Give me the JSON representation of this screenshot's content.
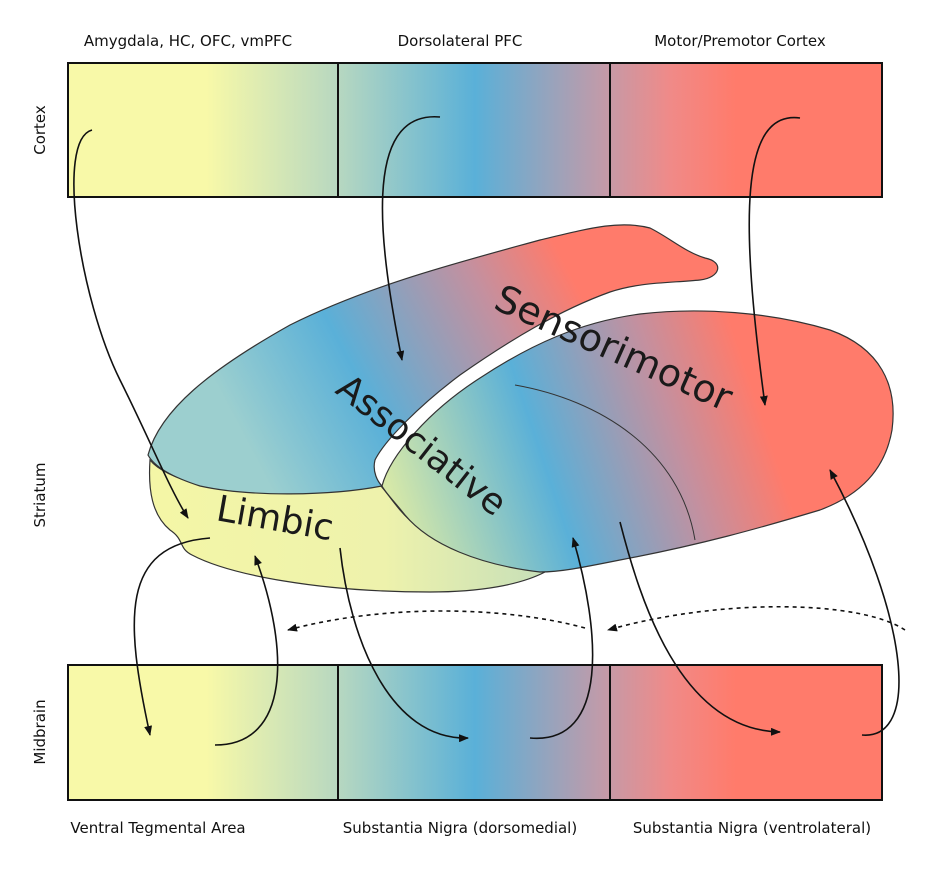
{
  "cortex": {
    "side_label": "Cortex",
    "regions": [
      "Amygdala, HC, OFC, vmPFC",
      "Dorsolateral PFC",
      "Motor/Premotor Cortex"
    ]
  },
  "striatum": {
    "side_label": "Striatum",
    "territories": [
      "Limbic",
      "Associative",
      "Sensorimotor"
    ]
  },
  "midbrain": {
    "side_label": "Midbrain",
    "regions": [
      "Ventral Tegmental Area",
      "Substantia Nigra (dorsomedial)",
      "Substantia Nigra (ventrolateral)"
    ]
  },
  "colors": {
    "limbic": "#f8f9a8",
    "associative": "#5ab0d8",
    "sensorimotor": "#ff7b6b",
    "transition": "#b8d8c0"
  }
}
